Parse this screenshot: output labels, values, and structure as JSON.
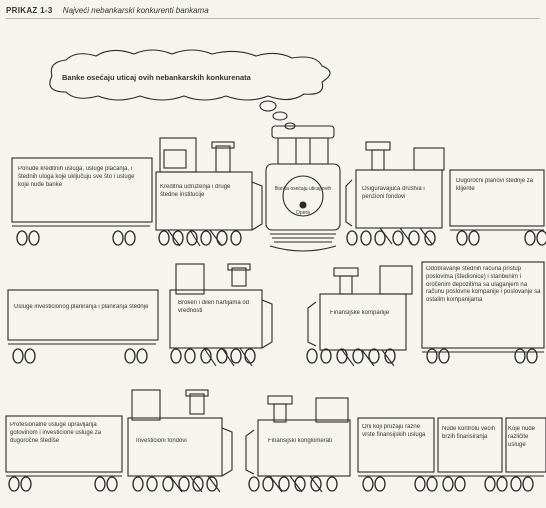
{
  "header": {
    "label": "PRIKAZ 1-3",
    "title": "Najveći nebankarski konkurenti bankama"
  },
  "cloud": {
    "text": "Banke osećaju uticaj ovih nebankarskih konkurenata"
  },
  "row1": {
    "wagon_left": "Ponude kreditnih usluga, usluge plaćanja, i štednih uloga koje uključuju sve što i usluge koje nude banke",
    "loco1": "Kreditna udruženja i druge štedne institucije",
    "center_badge": "Banka osećaju uticaj ovih",
    "loco2": "Osiguravajuća društva i penzioni fondovi",
    "wagon_right": "Dugoročni planovi štednje za klijente"
  },
  "row2": {
    "wagon_left": "Usluge investicionog planiranja i planiranja štednje",
    "loco1": "Brokeri i dileri hartijama od vrednosti",
    "loco2": "Finansijske kompanije",
    "wagon_right": "Odobravanje štednih računa pristup poslovima (štedionice) i stanbenim i oročenim depozitima sa ulaganjem na računu poslovne kompanije i poslovanje sa ostalim kompanijama"
  },
  "row3": {
    "wagon_left": "Profesionalne usluge upravljanja gotovinom i investicione usluge za dugoročne štediše",
    "loco1": "Investicioni fondovi",
    "loco2": "Finansijski konglomerati",
    "wagon_mid": "Oni koji pružaju razne vrste finansijskih usluga",
    "wagon_small": "Nude kontrolu većih brzih finansiranja",
    "wagon_edge": "Koje nude različite usluge"
  }
}
